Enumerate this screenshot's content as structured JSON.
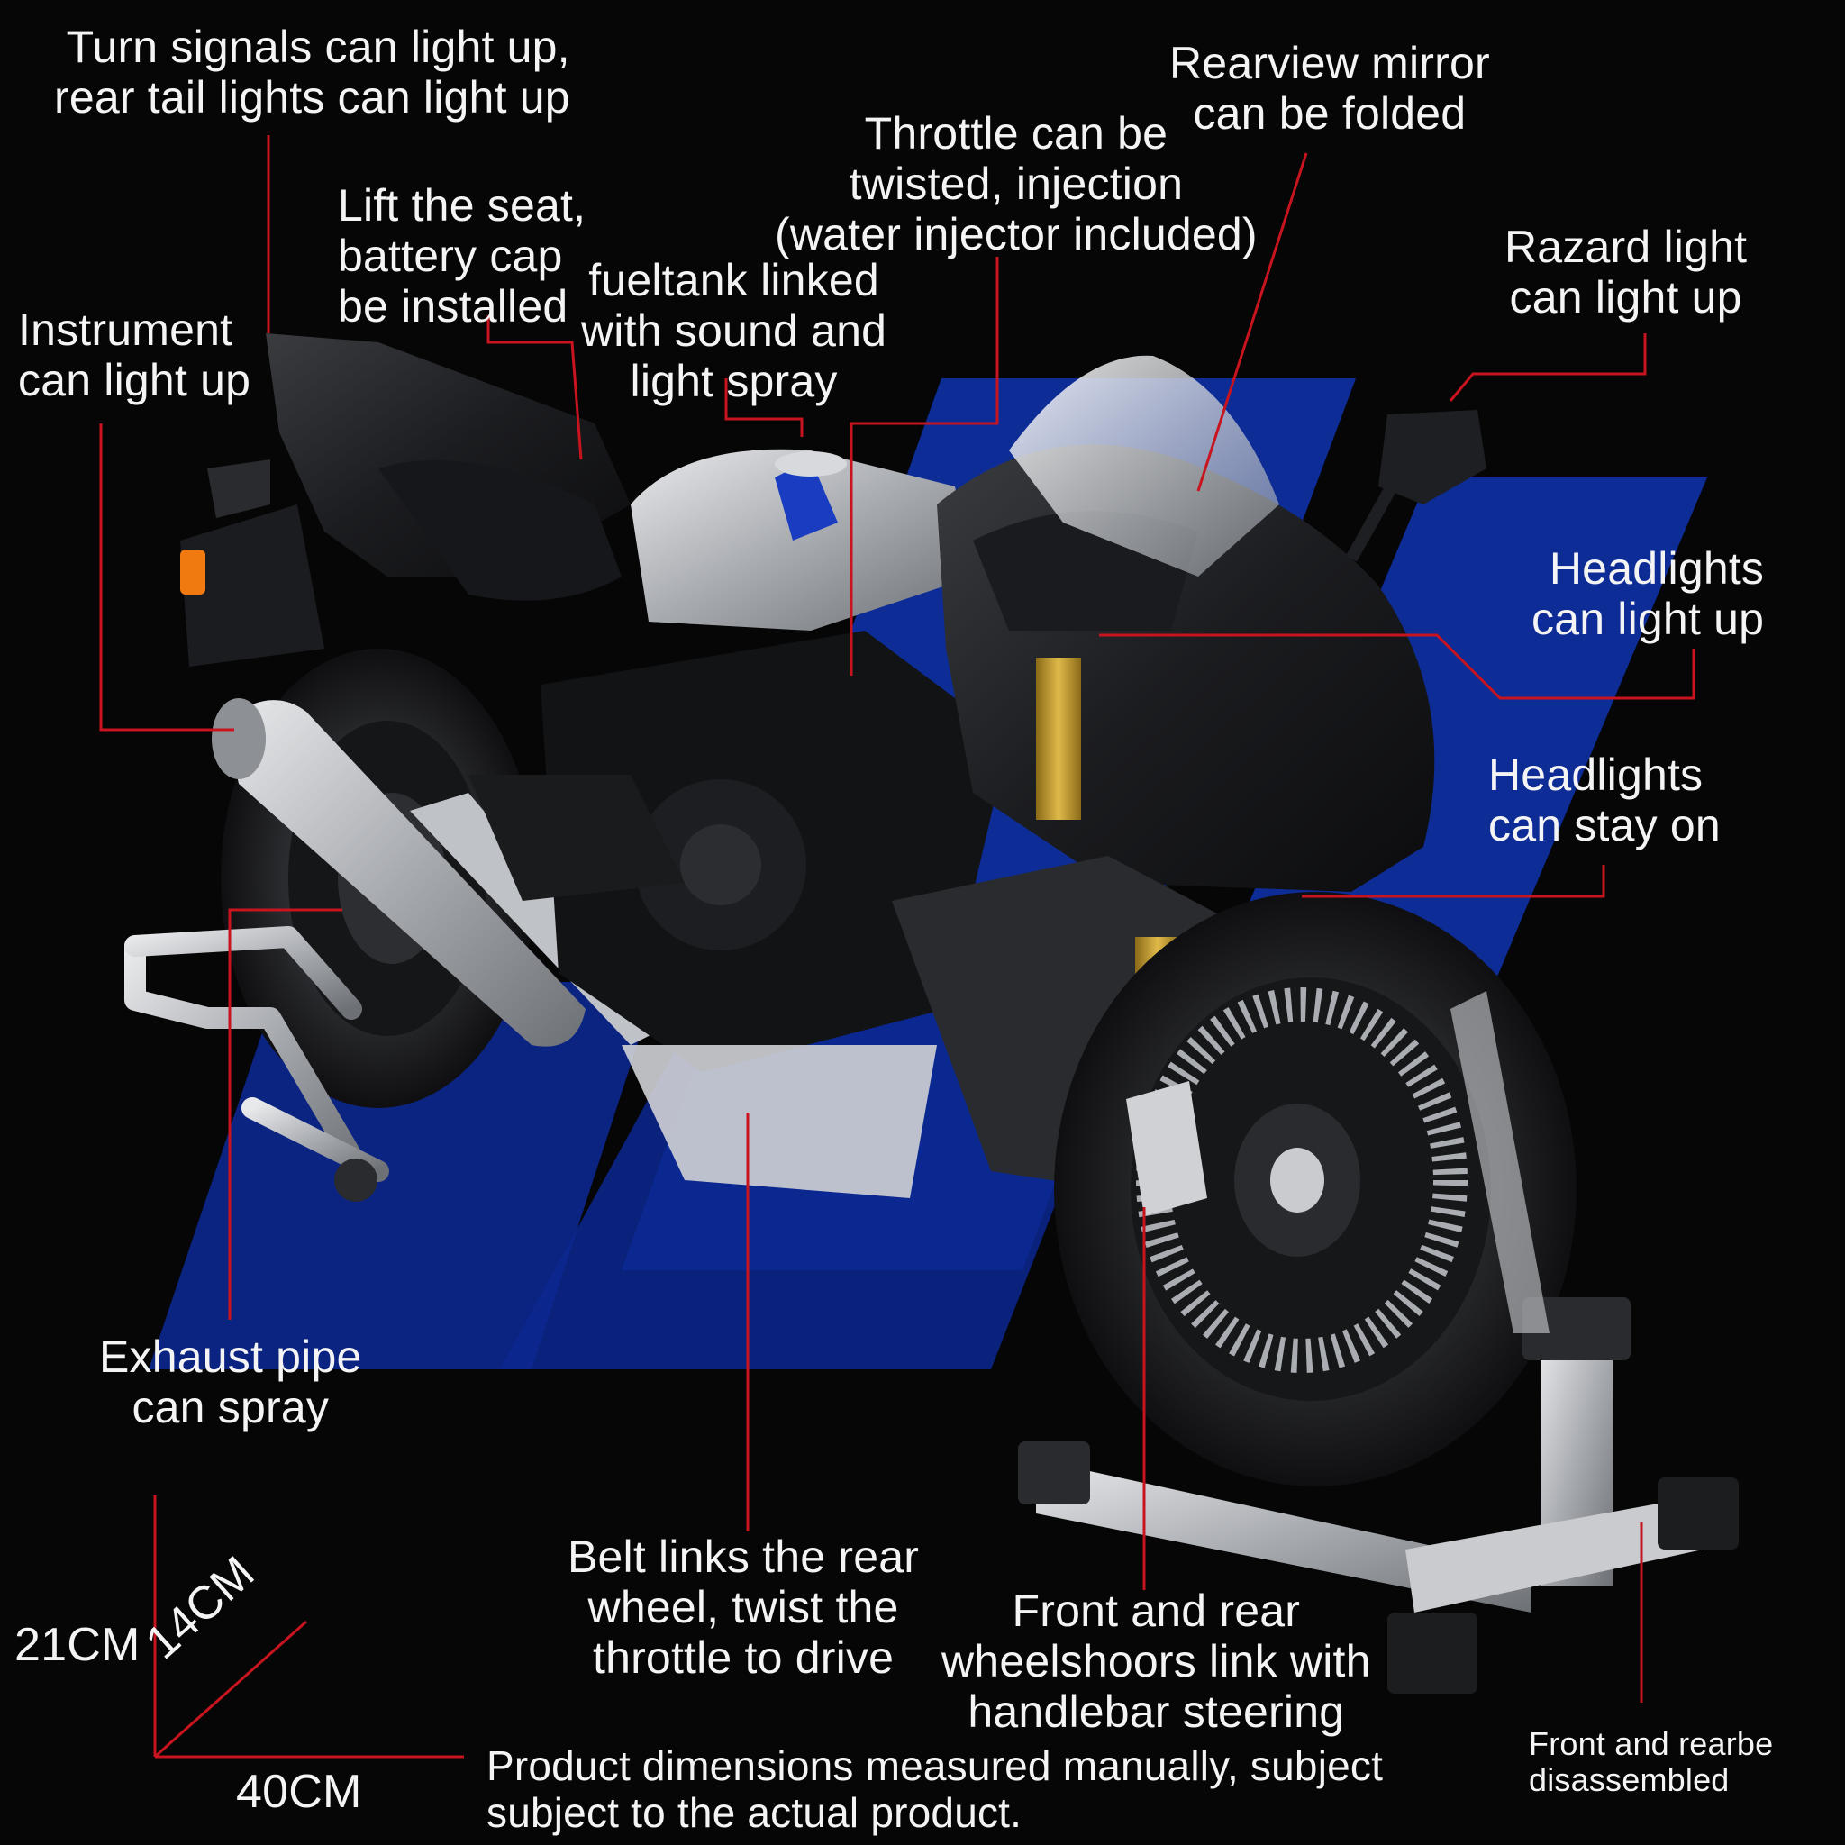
{
  "callouts": {
    "turn_signals": "Turn signals can light up,\nrear tail lights can light up",
    "lift_seat": "Lift the seat,\nbattery cap\nbe installed",
    "instrument": "Instrument\ncan light up",
    "fuel_tank": "fueltank linked\nwith sound and\nlight spray",
    "throttle": "Throttle can be\ntwisted, injection\n(water injector included)",
    "rearview_mirror": "Rearview mirror\ncan be folded",
    "hazard_light": "Razard light\ncan light up",
    "headlights_light": "Headlights\ncan light up",
    "headlights_stay": "Headlights\ncan stay on",
    "exhaust": "Exhaust pipe\ncan spray",
    "belt": "Belt links the rear\nwheel, twist the\nthrottle to drive",
    "wheel_shoes": "Front and rear\nwheelshoors link with\nhandlebar steering",
    "stands": "Front and rearbe\ndisassembled"
  },
  "dimensions": {
    "height": "21CM",
    "width": "14CM",
    "length": "40CM",
    "note": "Product dimensions measured manually, subject\nsubject to the actual product."
  },
  "colors": {
    "background": "#060606",
    "leader_line": "#c8141e",
    "accent_blue": "#0e2e9e",
    "bike_body": "#1e1f22",
    "stand": "#d8dadc"
  }
}
